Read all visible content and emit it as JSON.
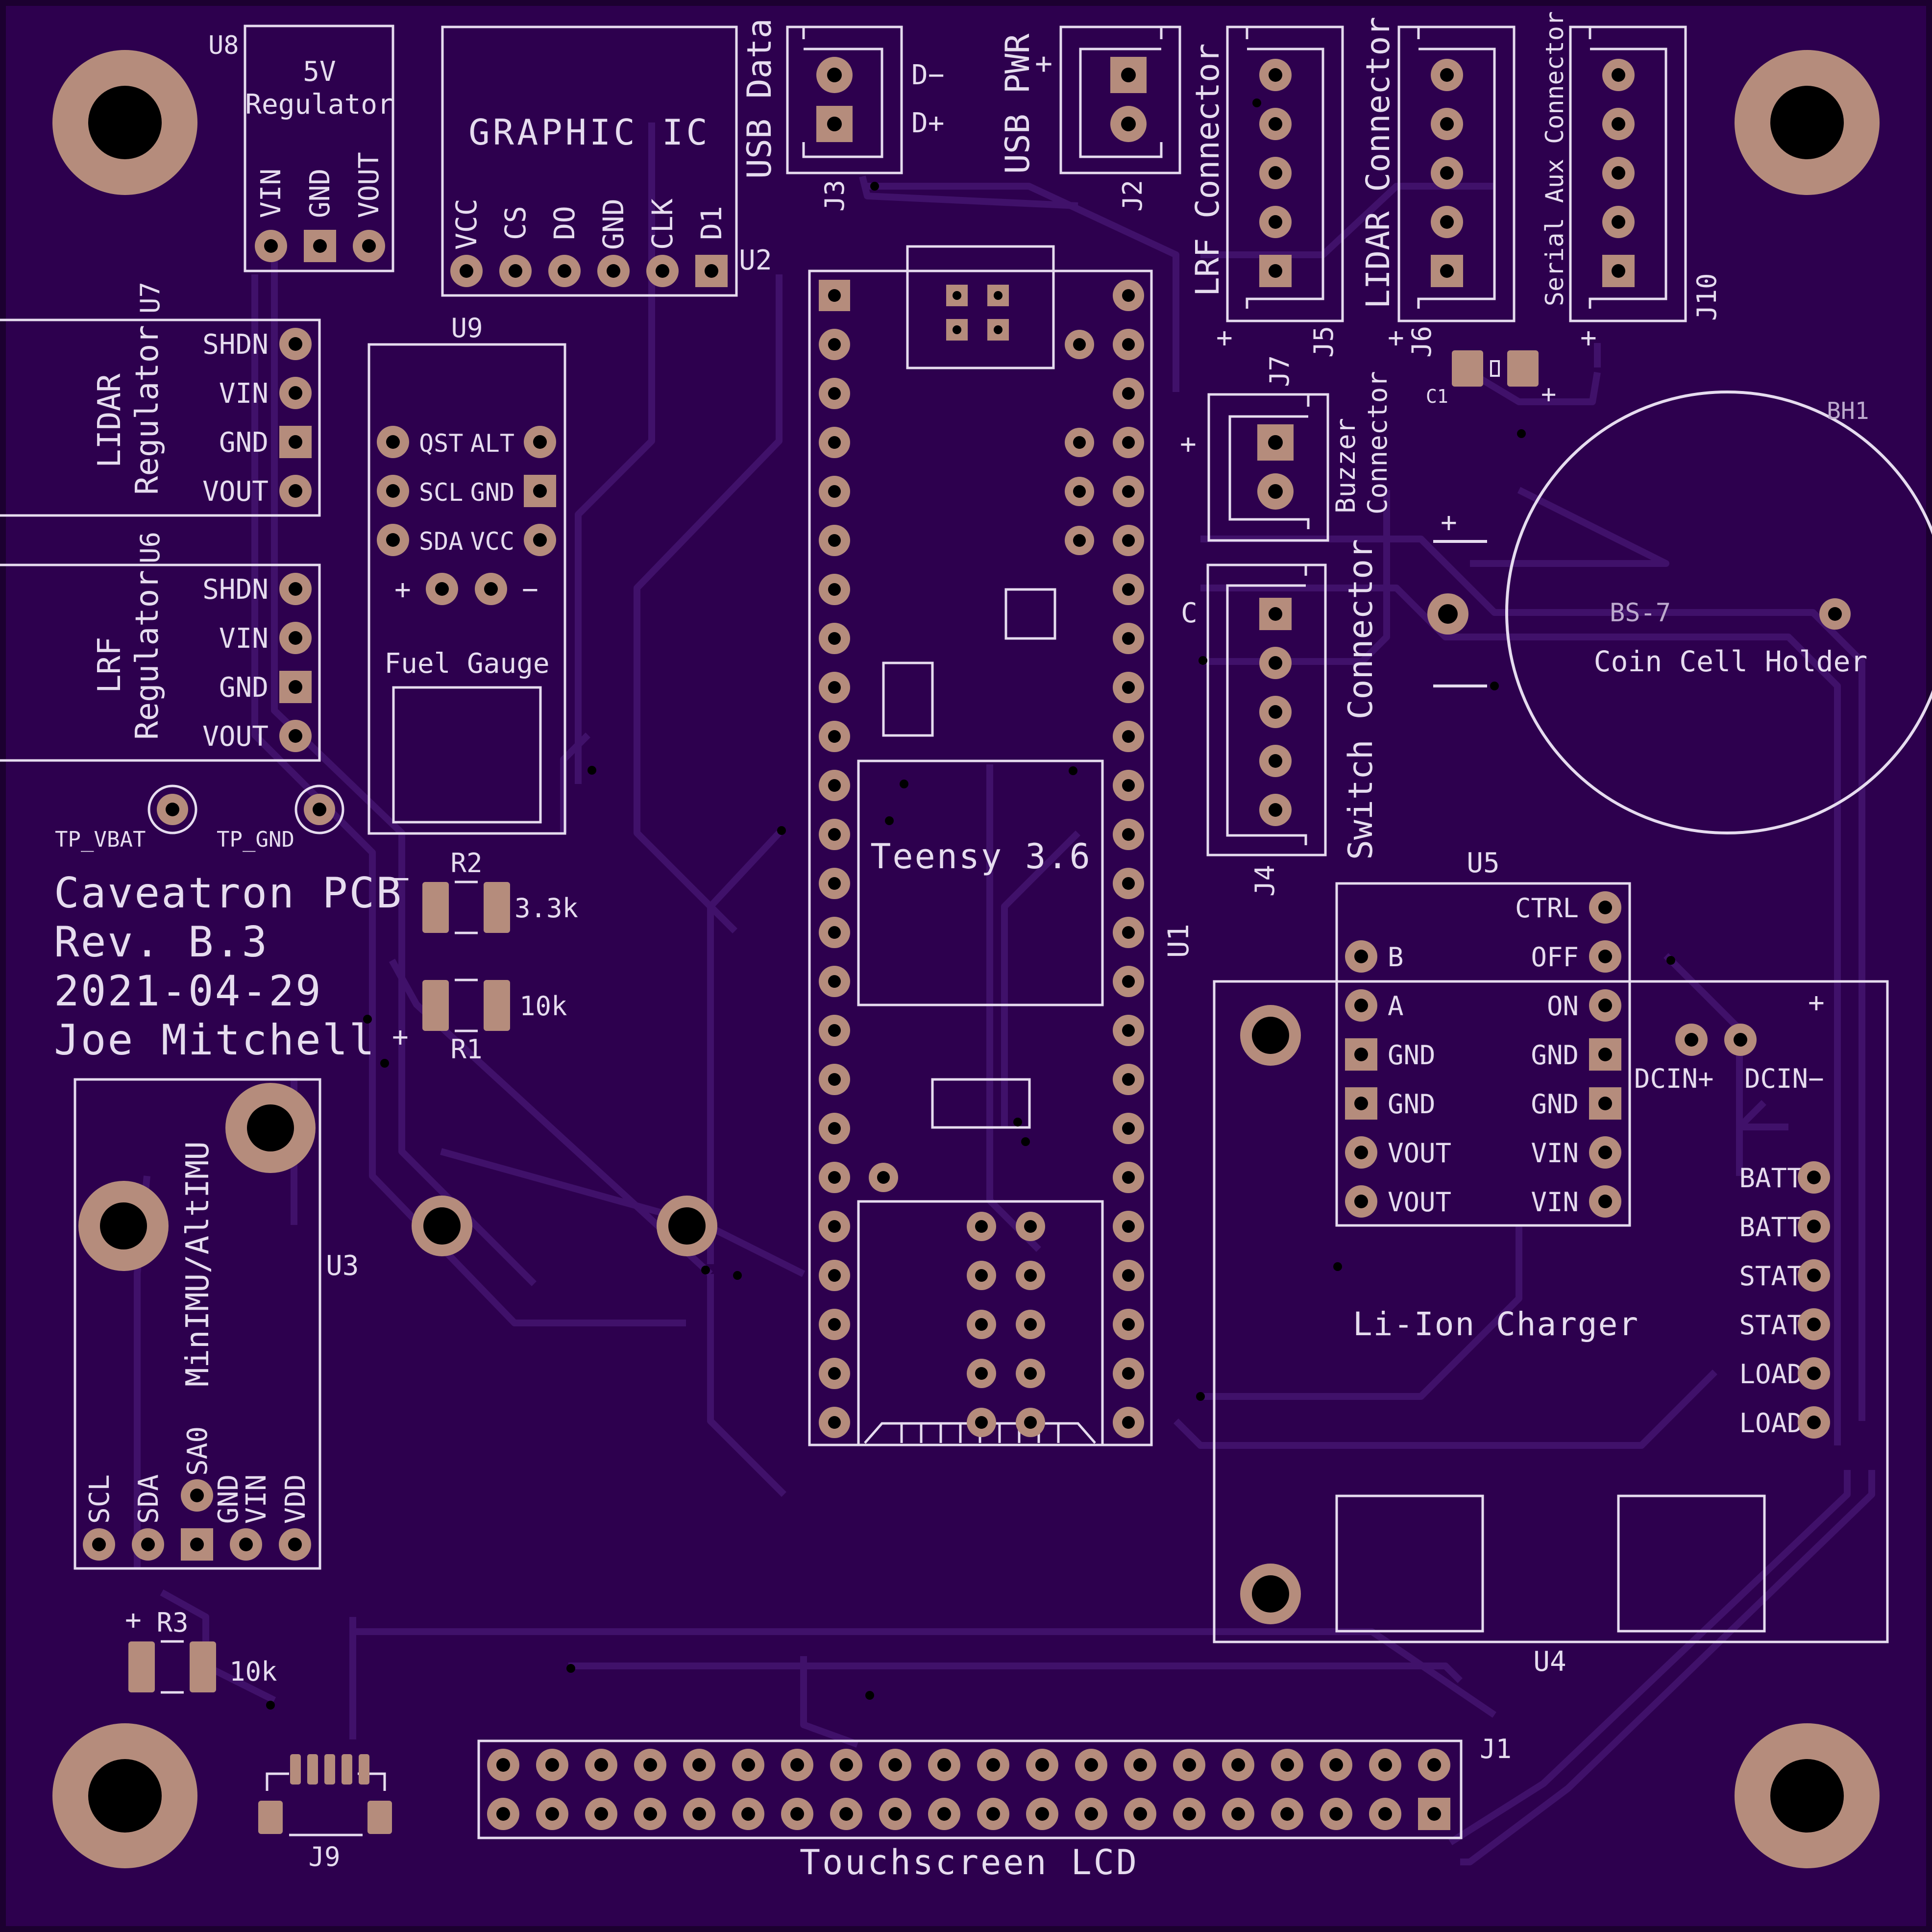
{
  "colors": {
    "board": "#2d004e",
    "trace": "#40116a",
    "silk": "#e6dcef",
    "copper": "#b58c7c",
    "hole": "#000000",
    "edge": "#1c0030"
  },
  "board_info": {
    "title": "Caveatron PCB",
    "revision": "Rev. B.3",
    "date": "2021-04-29",
    "author": "Joe Mitchell"
  },
  "u8": {
    "ref": "U8",
    "name1": "5V",
    "name2": "Regulator",
    "pins": [
      "VIN",
      "GND",
      "VOUT"
    ]
  },
  "u2": {
    "ref": "U2",
    "name": "GRAPHIC IC",
    "pins": [
      "VCC",
      "CS",
      "DO",
      "GND",
      "CLK",
      "D1"
    ]
  },
  "j3": {
    "ref": "J3",
    "name": "USB Data",
    "pins": [
      "D−",
      "D+"
    ]
  },
  "j2": {
    "ref": "J2",
    "name": "USB PWR",
    "plus": "+"
  },
  "j5": {
    "ref": "J5",
    "name": "LRF Connector",
    "plus": "+"
  },
  "j6": {
    "ref": "J6",
    "name": "LIDAR Connector",
    "plus": "+"
  },
  "j10": {
    "ref": "J10",
    "name": "Serial Aux Connector",
    "plus": "+"
  },
  "c1": {
    "ref": "C1",
    "plus": "+"
  },
  "bh1": {
    "ref": "BH1",
    "model": "BS-7",
    "name": "Coin Cell Holder",
    "plus": "+"
  },
  "j7": {
    "ref": "J7",
    "name1": "Buzzer",
    "name2": "Connector",
    "plus": "+"
  },
  "j4": {
    "ref": "J4",
    "name": "Switch Connector",
    "c": "C"
  },
  "u7": {
    "ref": "U7",
    "name1": "LIDAR",
    "name2": "Regulator",
    "pins": [
      "SHDN",
      "VIN",
      "GND",
      "VOUT"
    ]
  },
  "u6": {
    "ref": "U6",
    "name1": "LRF",
    "name2": "Regulator",
    "pins": [
      "SHDN",
      "VIN",
      "GND",
      "VOUT"
    ]
  },
  "u9": {
    "ref": "U9",
    "name": "Fuel Gauge",
    "left": [
      "QST",
      "SCL",
      "SDA"
    ],
    "right": [
      "ALT",
      "GND",
      "VCC"
    ],
    "plus": "+",
    "minus": "−"
  },
  "tp": {
    "vbat": "TP_VBAT",
    "gnd": "TP_GND"
  },
  "u1": {
    "ref": "U1",
    "name": "Teensy 3.6"
  },
  "r2": {
    "ref": "R2",
    "value": "3.3k",
    "minus": "−"
  },
  "r1": {
    "ref": "R1",
    "value": "10k",
    "plus": "+"
  },
  "r3": {
    "ref": "R3",
    "value": "10k",
    "plus": "+"
  },
  "u3": {
    "ref": "U3",
    "name": "MinIMU/AltIMU",
    "pins": [
      "SCL",
      "SDA",
      "SA0",
      "GND",
      "VIN",
      "VDD"
    ]
  },
  "u5": {
    "ref": "U5",
    "left": [
      "B",
      "A",
      "GND",
      "GND",
      "VOUT",
      "VOUT"
    ],
    "right": [
      "CTRL",
      "OFF",
      "ON",
      "GND",
      "GND",
      "VIN",
      "VIN"
    ]
  },
  "u4": {
    "ref": "U4",
    "name": "Li-Ion Charger",
    "dc": [
      "DCIN+",
      "DCIN−"
    ],
    "plus": "+",
    "pins": [
      "BATT−",
      "BATT+",
      "STAT1",
      "STAT2",
      "LOAD−",
      "LOAD+"
    ]
  },
  "j1": {
    "ref": "J1",
    "name": "Touchscreen LCD"
  },
  "j9": {
    "ref": "J9"
  }
}
